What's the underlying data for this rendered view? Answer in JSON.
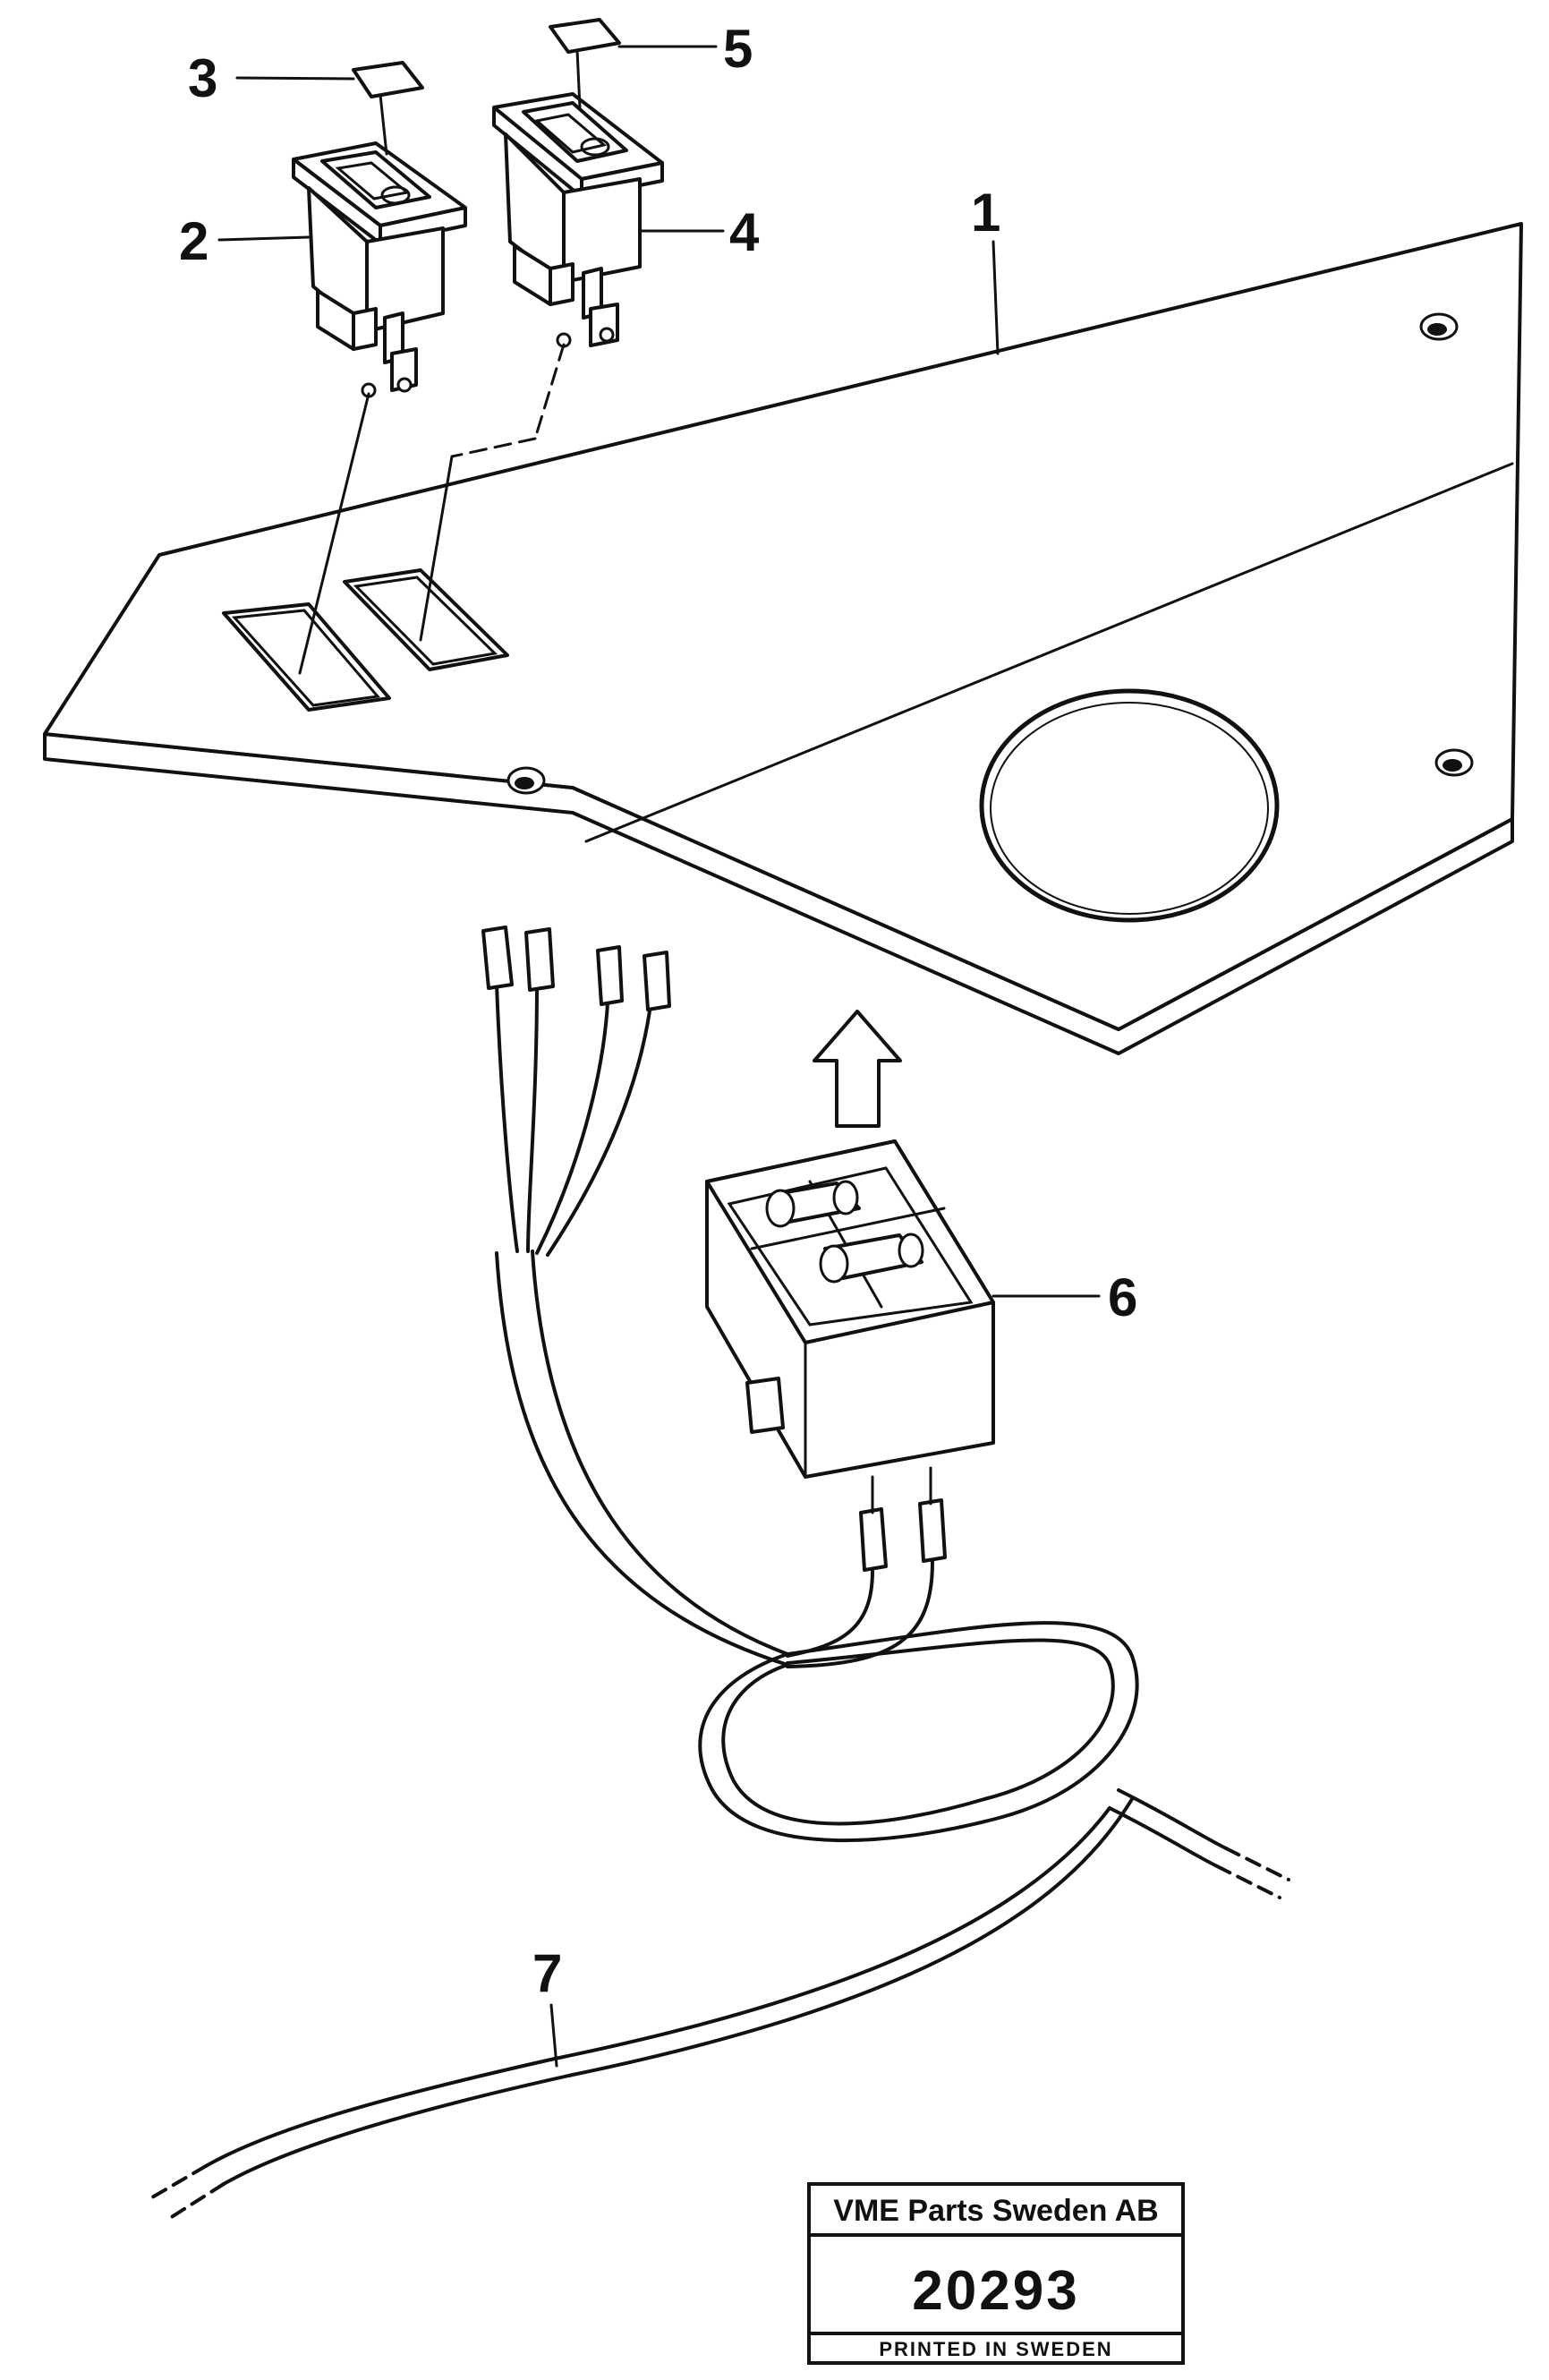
{
  "labels": {
    "l1": "1",
    "l2": "2",
    "l3": "3",
    "l4": "4",
    "l5": "5",
    "l6": "6",
    "l7": "7"
  },
  "stamp": {
    "company": "VME Parts Sweden AB",
    "number": "20293",
    "printed": "PRINTED IN SWEDEN"
  }
}
